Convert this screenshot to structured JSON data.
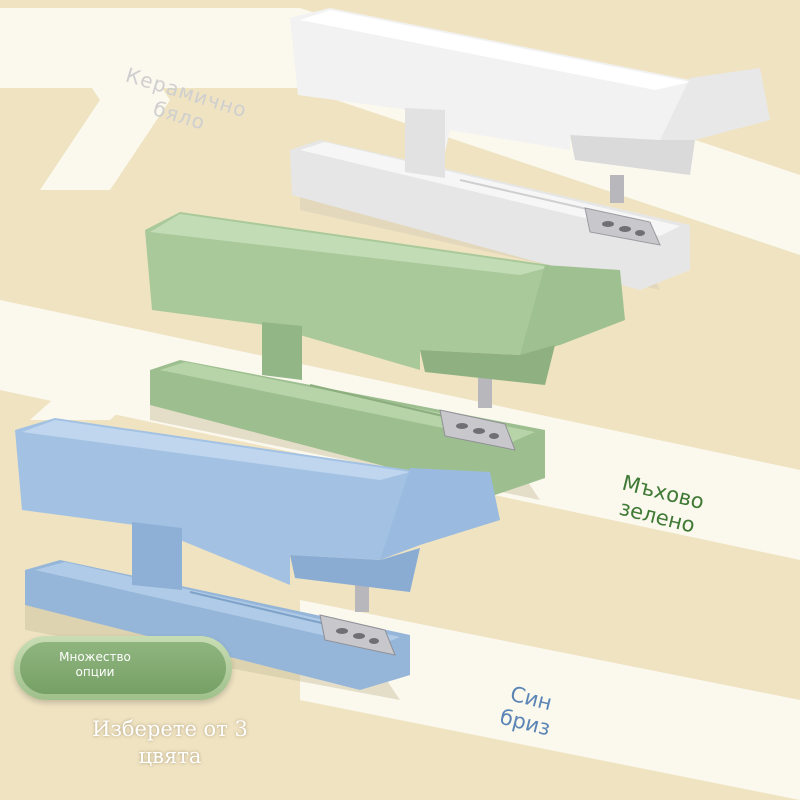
{
  "colors": {
    "background": "#efe3c2",
    "stripe": "#faf6ea",
    "white_body": "#f1f1f1",
    "green_body": "#a7c89c",
    "blue_body": "#9fbfe0",
    "green_label": "#3f7a35",
    "blue_label": "#5b85b5",
    "pill": "#86ad75"
  },
  "variants": [
    {
      "id": "white",
      "label": [
        "Керамично",
        "бяло"
      ]
    },
    {
      "id": "green",
      "label": [
        "Мъхово",
        "зелено"
      ]
    },
    {
      "id": "blue",
      "label": [
        "Син",
        "бриз"
      ]
    }
  ],
  "badge": {
    "lines": [
      "Множество",
      "опции"
    ]
  },
  "headline": {
    "lines": [
      "Изберете от 3",
      "цвята"
    ]
  }
}
